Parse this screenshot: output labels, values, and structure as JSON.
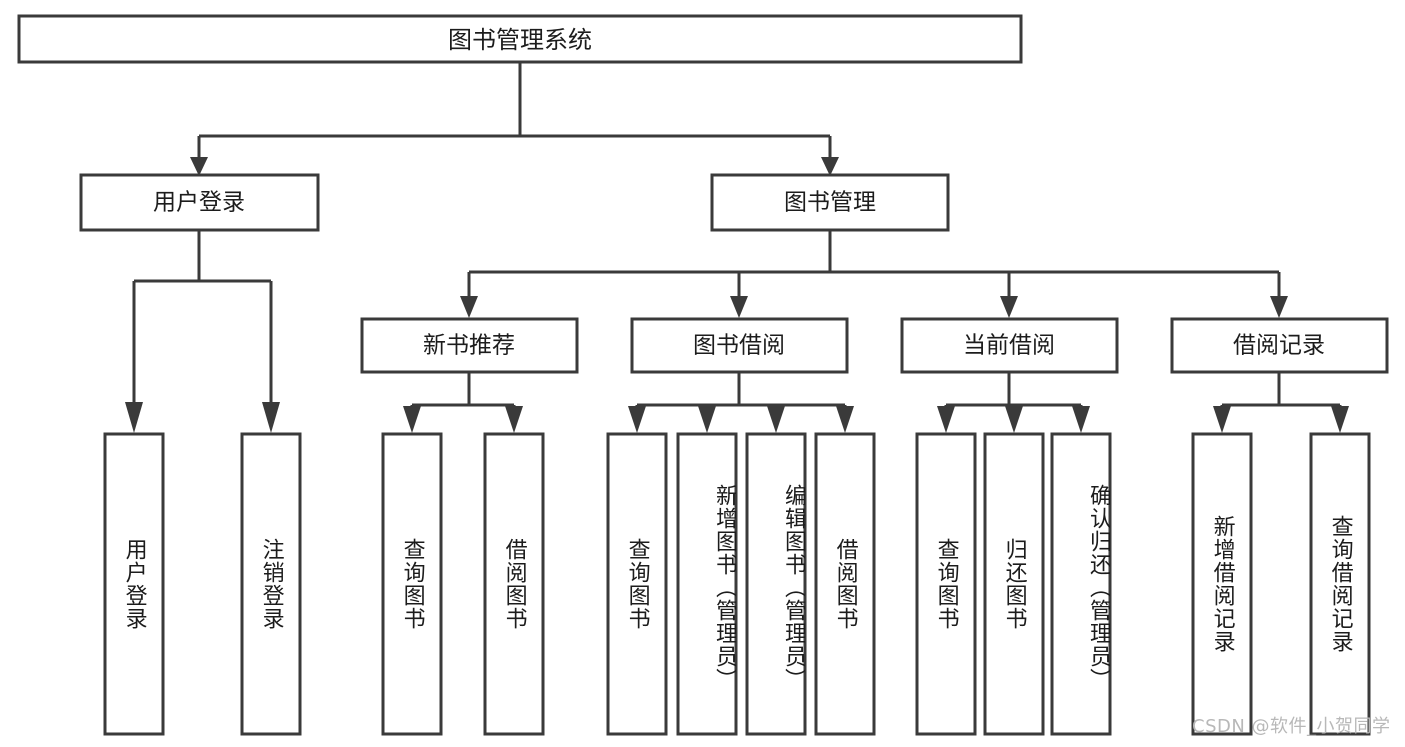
{
  "diagram": {
    "type": "tree",
    "title": "图书管理系统",
    "root": {
      "label": "图书管理系统",
      "children": [
        {
          "label": "用户登录",
          "children": [
            {
              "label": "用户登录"
            },
            {
              "label": "注销登录"
            }
          ]
        },
        {
          "label": "图书管理",
          "children": [
            {
              "label": "新书推荐",
              "children": [
                {
                  "label": "查询图书"
                },
                {
                  "label": "借阅图书"
                }
              ]
            },
            {
              "label": "图书借阅",
              "children": [
                {
                  "label": "查询图书"
                },
                {
                  "label": "新增图书（管理员）"
                },
                {
                  "label": "编辑图书（管理员）"
                },
                {
                  "label": "借阅图书"
                }
              ]
            },
            {
              "label": "当前借阅",
              "children": [
                {
                  "label": "查询图书"
                },
                {
                  "label": "归还图书"
                },
                {
                  "label": "确认归还（管理员）"
                }
              ]
            },
            {
              "label": "借阅记录",
              "children": [
                {
                  "label": "新增借阅记录"
                },
                {
                  "label": "查询借阅记录"
                }
              ]
            }
          ]
        }
      ]
    }
  },
  "nodes": {
    "root": "图书管理系统",
    "level1": [
      "用户登录",
      "图书管理"
    ],
    "level2": [
      "新书推荐",
      "图书借阅",
      "当前借阅",
      "借阅记录"
    ],
    "leaves": {
      "user_login": [
        "用户登录",
        "注销登录"
      ],
      "new_book": [
        "查询图书",
        "借阅图书"
      ],
      "book_borrow": [
        "查询图书",
        "新增图书（管理员）",
        "编辑图书（管理员）",
        "借阅图书"
      ],
      "current_borrow": [
        "查询图书",
        "归还图书",
        "确认归还（管理员）"
      ],
      "borrow_record": [
        "新增借阅记录",
        "查询借阅记录"
      ]
    }
  },
  "watermark": {
    "text": "CSDN @软件_小贺同学"
  },
  "colors": {
    "background": "#ffffff",
    "box_fill": "#ffffff",
    "box_stroke": "#3a3a3a",
    "connector": "#3a3a3a",
    "text": "#1c1c1c",
    "watermark": "#b8b8b8"
  }
}
